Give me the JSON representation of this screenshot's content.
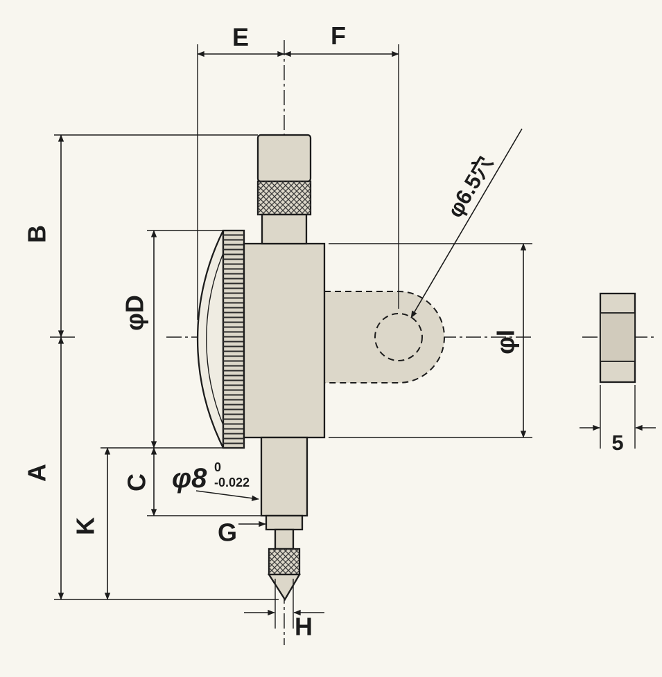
{
  "drawing": {
    "type": "dial-indicator-dimension-diagram",
    "dimension_labels": {
      "e": "E",
      "f": "F",
      "b": "B",
      "a": "A",
      "dial_diameter": "φD",
      "c": "C",
      "k": "K",
      "g": "G",
      "h": "H",
      "bezel_diameter": "φI",
      "stem_diameter": "φ8",
      "stem_tolerance_upper": "0",
      "stem_tolerance_lower": "-0.022",
      "lug_hole_note": "φ6.5穴",
      "lug_thickness": "5"
    },
    "colors": {
      "background": "#f8f6ef",
      "line": "#1c1c1c",
      "metal": "#dcd7c9",
      "glass": "#efece2"
    }
  }
}
